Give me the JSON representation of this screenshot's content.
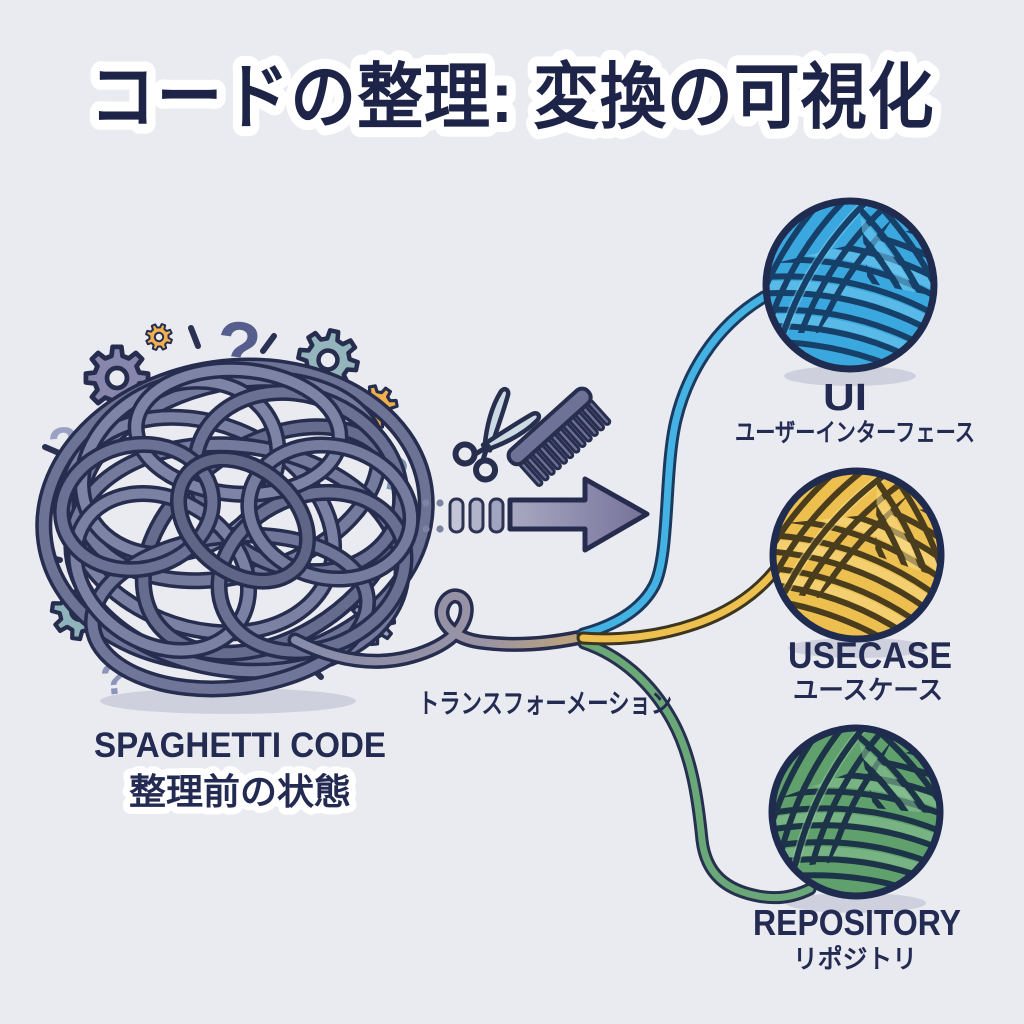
{
  "title": "コードの整理: 変換の可視化",
  "diagram": {
    "source": {
      "name": "SPAGHETTI CODE",
      "caption_ja": "整理前の状態"
    },
    "process": {
      "caption_ja": "トランスフォーメーション",
      "tools": [
        "scissors",
        "comb"
      ],
      "arrow_direction": "right"
    },
    "outputs": [
      {
        "name": "UI",
        "caption_ja": "ユーザーインターフェース",
        "yarn_color": "#3aa7de"
      },
      {
        "name": "USECASE",
        "caption_ja": "ユースケース",
        "yarn_color": "#edbf4e"
      },
      {
        "name": "REPOSITORY",
        "caption_ja": "リポジトリ",
        "yarn_color": "#5fa06d"
      }
    ]
  },
  "icons": {
    "question_glyph": "?",
    "names": [
      "gear-icon",
      "question-mark-icon",
      "scissors-icon",
      "comb-icon",
      "arrow-right-icon",
      "yarn-ball-icon",
      "tangled-thread-icon"
    ]
  },
  "colors": {
    "background": "#e9ebf1",
    "title_text": "#1d2448",
    "label_text": "#242b52",
    "outline_navy": "#272d4e",
    "tangle_strand": "#70769a",
    "thread_gray": "#878dab",
    "arrow_from": "#c6c9d8",
    "arrow_to": "#75719a",
    "gear_purple": "#8886ad",
    "gear_teal": "#95b5bd",
    "gear_orange": "#f0b04e",
    "yarn_ui_base": "#3aa7de",
    "yarn_ui_stripe": "#174069",
    "yarn_usecase_base": "#edbf4e",
    "yarn_usecase_stripe": "#4a3d1e",
    "yarn_repository_base": "#5fa06d",
    "yarn_repository_stripe": "#1d3347"
  }
}
